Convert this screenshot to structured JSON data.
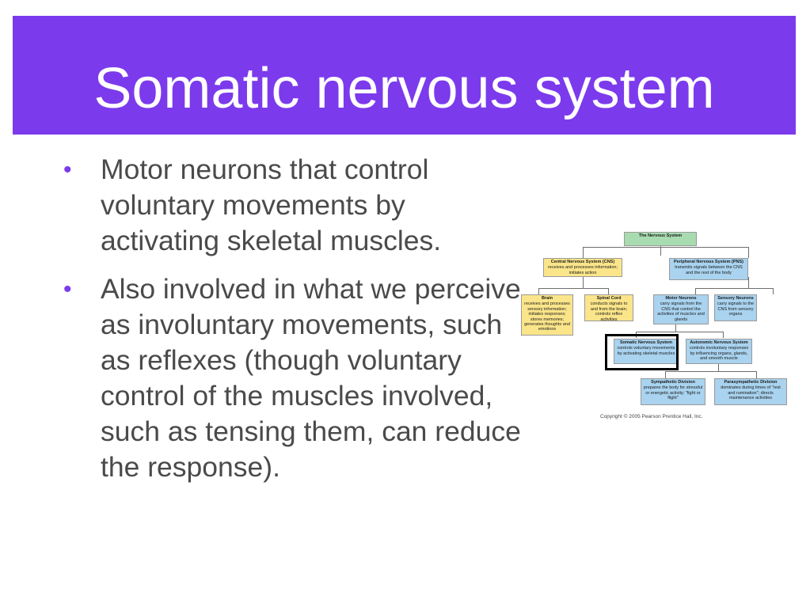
{
  "slide": {
    "title": "Somatic nervous system",
    "bullets": [
      "Motor neurons that control voluntary movements by activating skeletal muscles.",
      "Also involved in what we perceive as involuntary movements, such as reflexes (though voluntary control of the muscles involved, such as tensing them, can reduce the response)."
    ],
    "bullet_symbol": "•"
  },
  "diagram": {
    "nervous_system": {
      "title": "The Nervous System",
      "desc": ""
    },
    "cns": {
      "title": "Central Nervous System (CNS)",
      "desc": "receives and processes information; initiates action"
    },
    "pns": {
      "title": "Peripheral Nervous System (PNS)",
      "desc": "transmits signals between the CNS and the rest of the body"
    },
    "brain": {
      "title": "Brain",
      "desc": "receives and processes sensory information; initiates responses; stores memories; generates thoughts and emotions"
    },
    "spinal_cord": {
      "title": "Spinal Cord",
      "desc": "conducts signals to and from the brain; controls reflex activities"
    },
    "motor_neurons": {
      "title": "Motor Neurons",
      "desc": "carry signals from the CNS that control the activities of muscles and glands"
    },
    "sensory_neurons": {
      "title": "Sensory Neurons",
      "desc": "carry signals to the CNS from sensory organs"
    },
    "somatic": {
      "title": "Somatic Nervous System",
      "desc": "controls voluntary movements by activating skeletal muscles"
    },
    "autonomic": {
      "title": "Autonomic Nervous System",
      "desc": "controls involuntary responses by influencing organs, glands, and smooth muscle"
    },
    "sympathetic": {
      "title": "Sympathetic Division",
      "desc": "prepares the body for stressful or energetic activity; \"fight or flight\""
    },
    "parasympathetic": {
      "title": "Parasympathetic Division",
      "desc": "dominates during times of \"rest and rumination\"; directs maintenance activities"
    },
    "copyright": "Copyright © 2005 Pearson Prentice Hall, Inc."
  },
  "colors": {
    "title_bar": "#7c3aed",
    "diagram_green": "#a8dcb0",
    "diagram_yellow": "#fbe58a",
    "diagram_blue": "#a9d3ef"
  }
}
